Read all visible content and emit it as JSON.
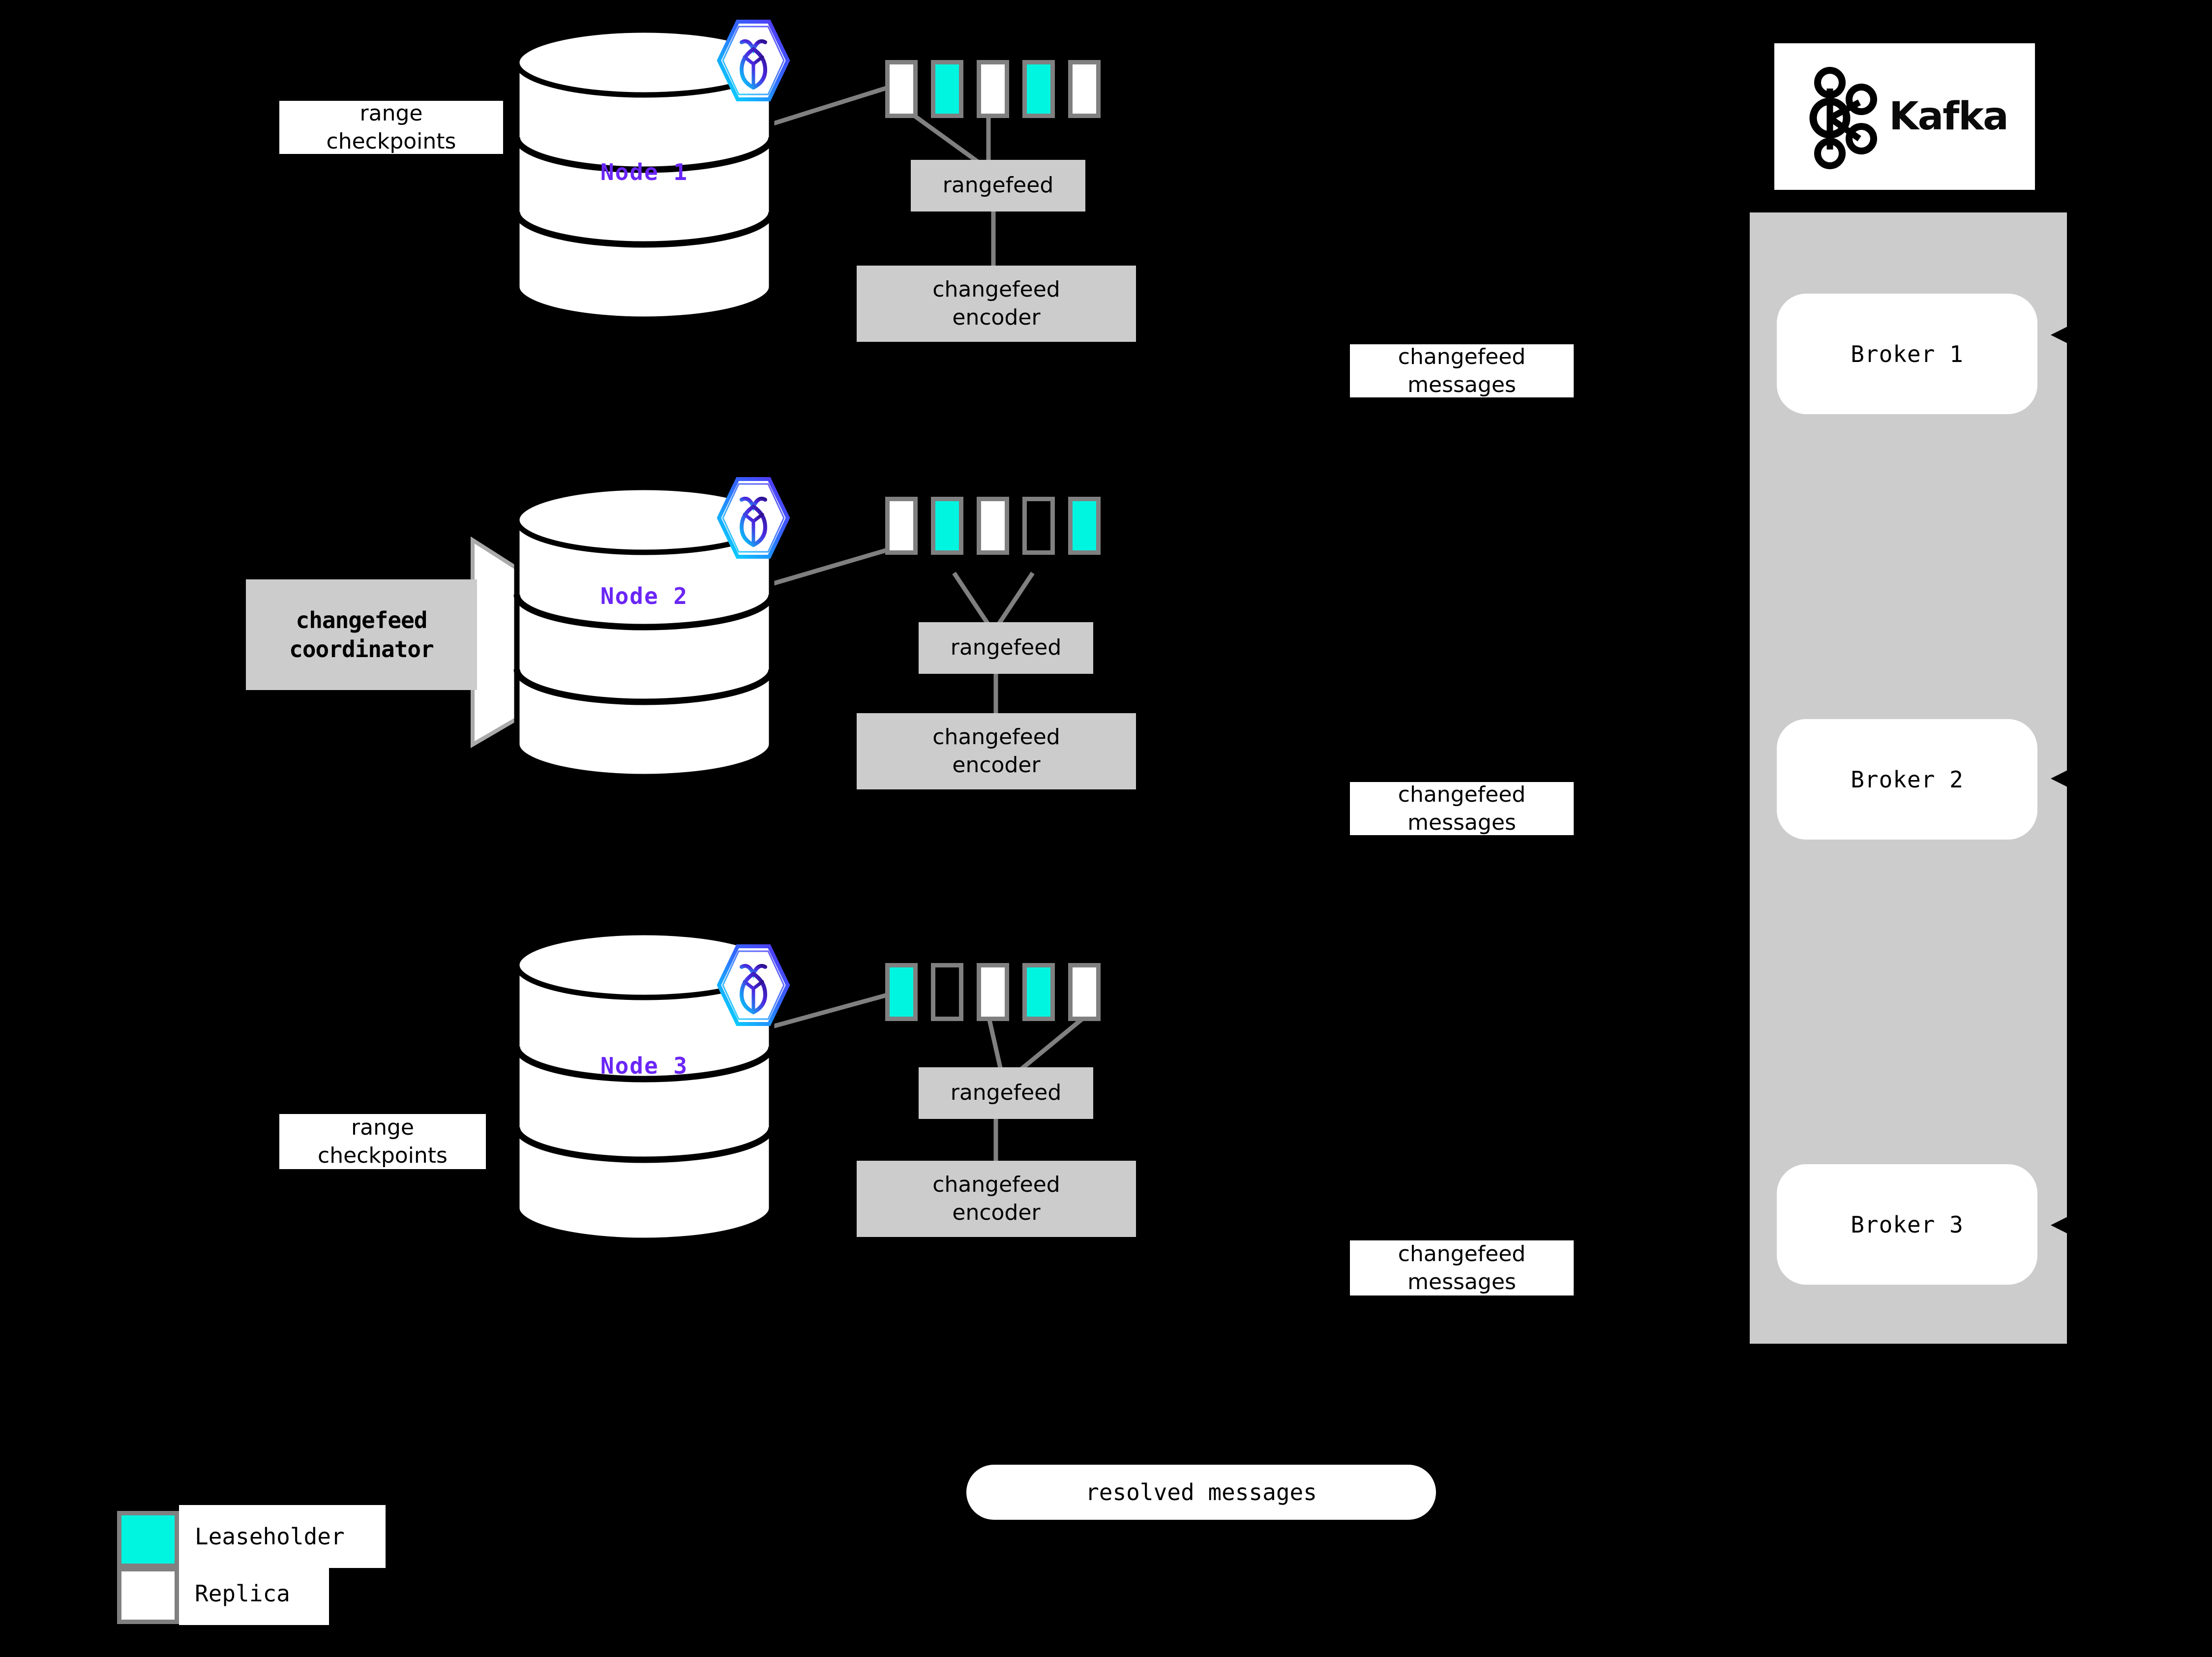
{
  "colors": {
    "background": "#000000",
    "leaseholder": "#00f5e0",
    "replica": "#ffffff",
    "range_border": "#808080",
    "process_box": "#cccccc",
    "node_label": "#6a26f7",
    "kafka_panel": "#cccccc",
    "connector": "#808080"
  },
  "nodes": [
    {
      "label": "Node 1",
      "icon": "cockroachdb-hex-icon",
      "ranges": [
        "replica",
        "leaseholder",
        "replica",
        "leaseholder",
        "replica"
      ],
      "rangefeed_label": "rangefeed",
      "encoder_label": "changefeed\nencoder",
      "encoder_line1": "changefeed",
      "encoder_line2": "encoder",
      "caption": "range\ncheckpoints",
      "caption_line1": "range",
      "caption_line2": "checkpoints",
      "messages_line1": "changefeed",
      "messages_line2": "messages"
    },
    {
      "label": "Node 2",
      "icon": "cockroachdb-hex-icon",
      "ranges": [
        "replica",
        "leaseholder",
        "replica",
        "empty",
        "leaseholder"
      ],
      "rangefeed_label": "rangefeed",
      "encoder_label": "changefeed\nencoder",
      "encoder_line1": "changefeed",
      "encoder_line2": "encoder",
      "caption": "changefeed\ncoordinator",
      "caption_line1": "changefeed",
      "caption_line2": "coordinator",
      "messages_line1": "changefeed",
      "messages_line2": "messages"
    },
    {
      "label": "Node 3",
      "icon": "cockroachdb-hex-icon",
      "ranges": [
        "leaseholder",
        "empty",
        "replica",
        "leaseholder",
        "replica"
      ],
      "rangefeed_label": "rangefeed",
      "encoder_label": "changefeed\nencoder",
      "encoder_line1": "changefeed",
      "encoder_line2": "encoder",
      "caption": "range\ncheckpoints",
      "caption_line1": "range",
      "caption_line2": "checkpoints",
      "messages_line1": "changefeed",
      "messages_line2": "messages"
    }
  ],
  "kafka": {
    "wordmark": "Kafka",
    "logo_icon": "kafka-node-graph-icon",
    "brokers": [
      "Broker 1",
      "Broker 2",
      "Broker 3"
    ]
  },
  "resolved": {
    "label": "resolved messages"
  },
  "legend": {
    "items": [
      {
        "swatch": "leaseholder",
        "label": "Leaseholder"
      },
      {
        "swatch": "replica",
        "label": "Replica"
      }
    ]
  }
}
